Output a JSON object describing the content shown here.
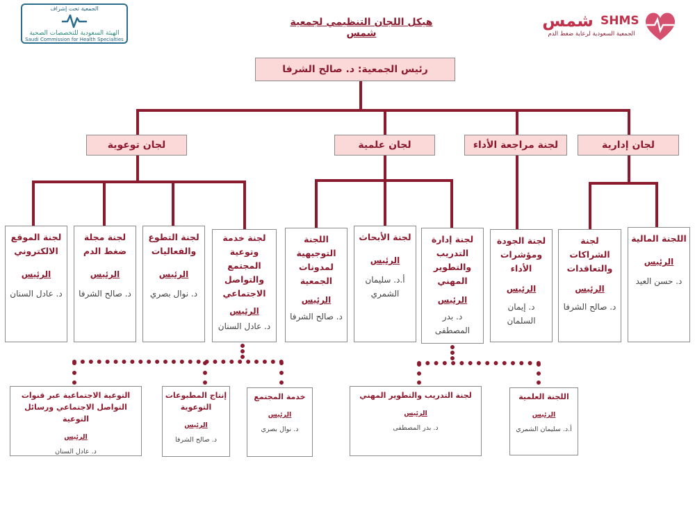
{
  "title": "هيكل اللجان التنظيمي لجمعية شمس",
  "logos": {
    "left": {
      "top_text": "الجمعية تحت إشراف",
      "arabic": "الهيئة السعودية للتخصصات الصحية",
      "english": "Saudi Commission for Health Specialties"
    },
    "right": {
      "arabic_name": "شمس",
      "latin": "SHMS",
      "tagline": "الجمعية السعودية لرعاية ضغط الدم"
    }
  },
  "president": "رئيس الجمعية: د. صالح الشرفا",
  "groups": [
    {
      "label": "لجان توعوية"
    },
    {
      "label": "لجان علمية"
    },
    {
      "label": "لجنة مراجعة الأداء"
    },
    {
      "label": "لجان إدارية"
    }
  ],
  "committees": [
    {
      "name": "لجنة الموقع الالكتروني",
      "head": "الرئيس",
      "person": "د. عادل السنان"
    },
    {
      "name": "لجنة مجلة ضغط الدم",
      "head": "الرئيس",
      "person": "د. صالح الشرفا"
    },
    {
      "name": "لجنة التطوع والفعاليات",
      "head": "الرئيس",
      "person": "د. نوال بصري"
    },
    {
      "name": "لجنة خدمة وتوعية المجتمع والتواصل الاجتماعي",
      "head": "الرئيس",
      "person": "د. عادل السنان"
    },
    {
      "name": "اللجنة التوجيهية لمدونات الجمعية",
      "head": "الرئيس",
      "person": "د. صالح الشرفا"
    },
    {
      "name": "لجنة الأبحاث",
      "head": "الرئيس",
      "person": "أ.د. سليمان الشمري"
    },
    {
      "name": "لجنة إدارة التدريب والتطوير المهني",
      "head": "الرئيس",
      "person": "د. بدر المصطفى"
    },
    {
      "name": "لجنة الجودة ومؤشرات الأداء",
      "head": "الرئيس",
      "person": "د. إيمان السلمان"
    },
    {
      "name": "لجنة الشراكات والتعاقدات",
      "head": "الرئيس",
      "person": "د. صالح الشرفا"
    },
    {
      "name": "اللجنة المالية",
      "head": "الرئيس",
      "person": "د. حسن العيد"
    }
  ],
  "subcommittees": [
    {
      "name": "التوعية الاجتماعية عبر قنوات التواصل الاجتماعي ورسائل التوعية",
      "head": "الرئيس",
      "person": "د. عادل السنان"
    },
    {
      "name": "إنتاج المطبوعات التوعوية",
      "head": "الرئيس",
      "person": "د. صالح الشرفا"
    },
    {
      "name": "خدمة المجتمع",
      "head": "الرئيس",
      "person": "د. نوال بصري"
    },
    {
      "name": "لجنة التدريب والتطوير المهني",
      "head": "الرئيس",
      "person": "د. بدر المصطفى"
    },
    {
      "name": "اللجنة العلمية",
      "head": "الرئيس",
      "person": "أ.د. سليمان الشمري"
    }
  ],
  "colors": {
    "accent": "#8b1a2e",
    "header_fill": "#fcd9d9"
  }
}
